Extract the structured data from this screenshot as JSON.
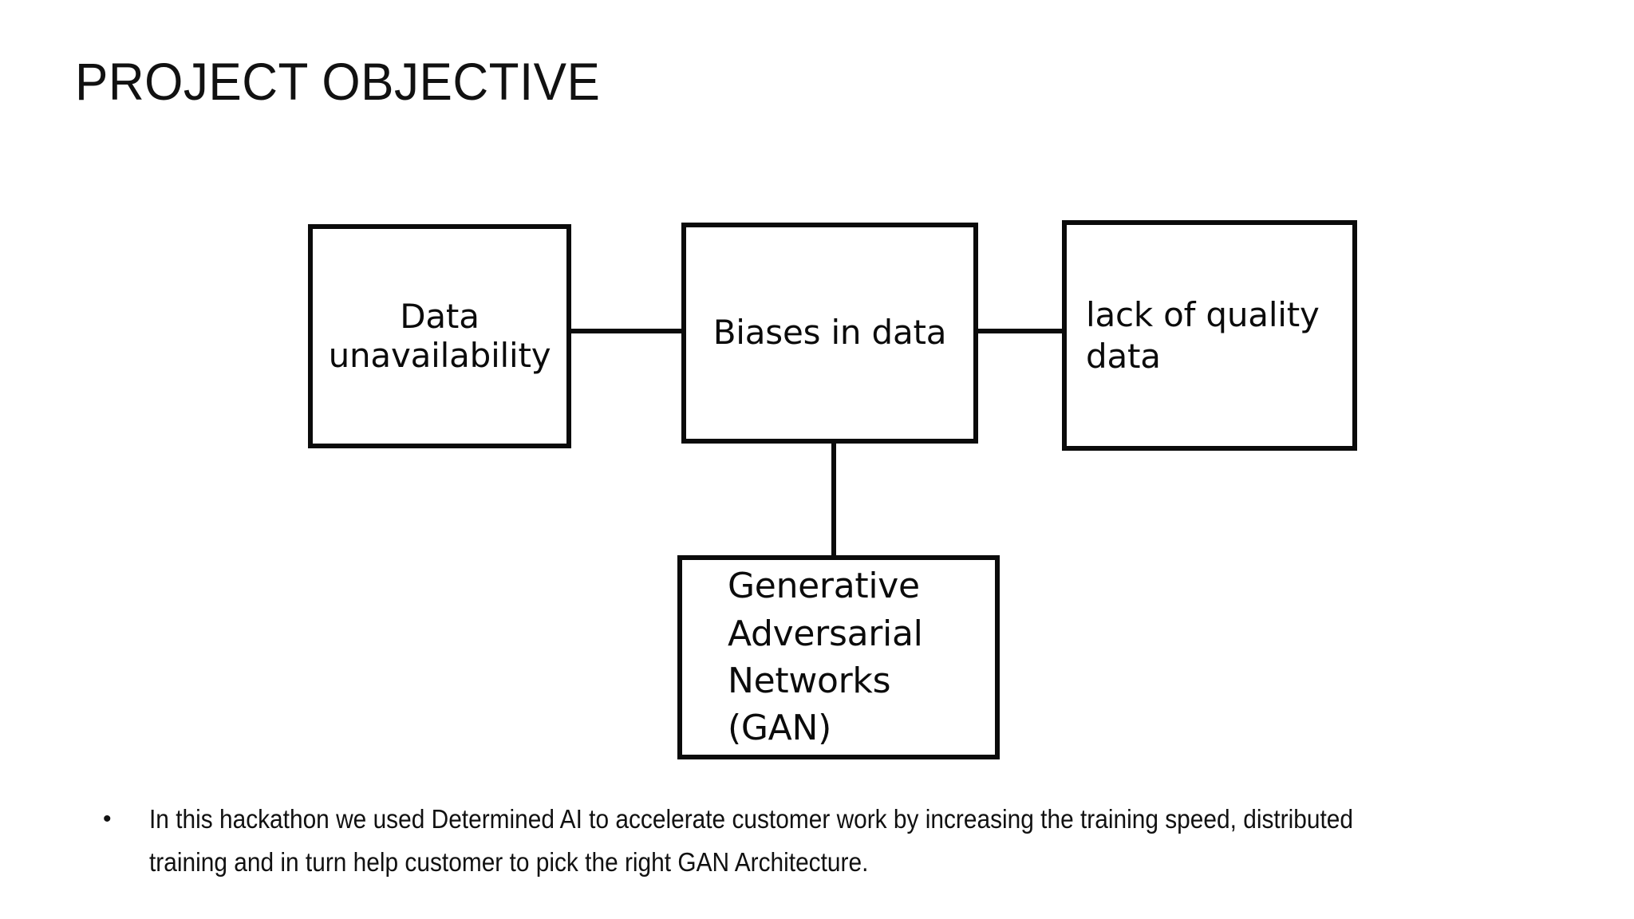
{
  "slide": {
    "title": "PROJECT OBJECTIVE",
    "background_color": "#ffffff",
    "text_color": "#111111",
    "outline_color": "#0b0b0b"
  },
  "diagram": {
    "nodes": [
      {
        "id": "data-unavailability",
        "label": "Data\nunavailability",
        "align": "center"
      },
      {
        "id": "biases-in-data",
        "label": "Biases in data",
        "align": "center"
      },
      {
        "id": "lack-of-quality-data",
        "label": "lack of quality\ndata",
        "align": "left"
      },
      {
        "id": "gan",
        "label": "Generative\nAdversarial\nNetworks\n(GAN)",
        "align": "left"
      }
    ],
    "connectors": [
      {
        "id": "data-to-biases",
        "from": "data-unavailability",
        "to": "biases-in-data",
        "orientation": "horizontal"
      },
      {
        "id": "biases-to-lack",
        "from": "biases-in-data",
        "to": "lack-of-quality-data",
        "orientation": "horizontal"
      },
      {
        "id": "biases-to-gan",
        "from": "biases-in-data",
        "to": "gan",
        "orientation": "vertical"
      }
    ]
  },
  "body": {
    "bullets": [
      {
        "marker": "•",
        "text": "In this hackathon we used Determined AI to accelerate customer work by increasing the training speed, distributed training and in turn help customer to pick the right GAN Architecture."
      }
    ]
  }
}
